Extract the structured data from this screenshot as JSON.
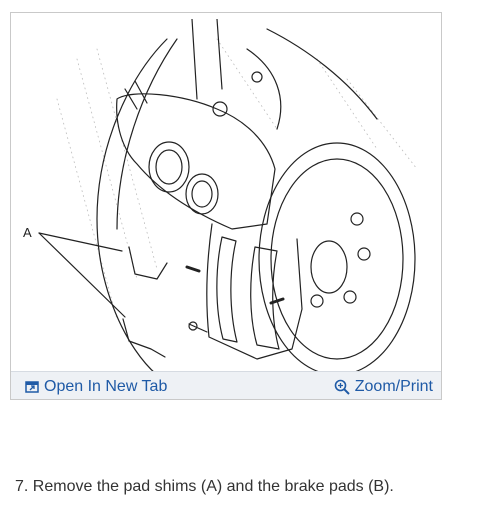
{
  "figure": {
    "callout_label": "A",
    "open_tab_label": "Open In New Tab",
    "zoom_label": "Zoom/Print"
  },
  "caption": "7. Remove the pad shims (A) and the brake pads (B).",
  "colors": {
    "link": "#1f5aa6",
    "toolbar_bg": "#eef1f5"
  },
  "icons": {
    "open_tab": "open-new-tab-icon",
    "zoom": "zoom-magnifier-icon"
  }
}
